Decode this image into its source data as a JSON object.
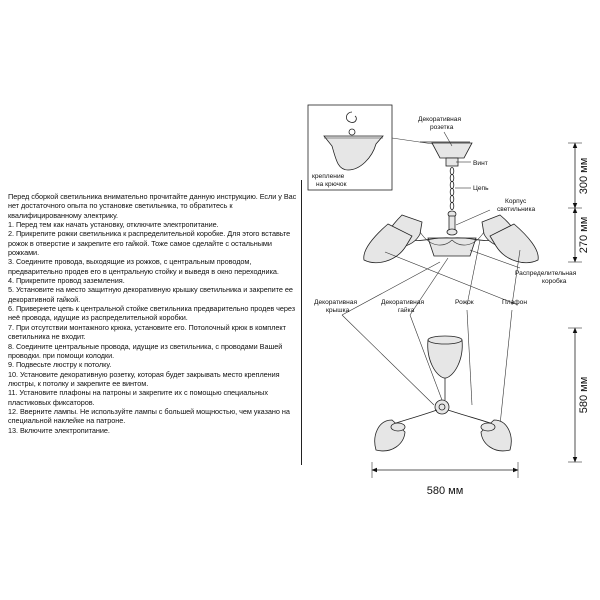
{
  "instructions": {
    "intro": "Перед сборкой светильника внимательно прочитайте данную инструкцию. Если у Вас нет достаточного опыта по установке светильника, то обратитесь к квалифицированному электрику.",
    "steps": [
      "1. Перед тем как начать установку, отключите электропитание.",
      "2. Прикрепите рожки светильника к распределительной коробке. Для этого вставьте рожок в отверстие и закрепите его гайкой. Тоже самое сделайте с остальными рожками.",
      "3. Соедините провода, выходящие из рожков, с центральным проводом, предварительно продев его в центральную стойку и выведя в окно переходника.",
      "4. Прикрепите провод заземления.",
      "5. Установите на место защитную декоративную крышку светильника и закрепите ее декоративной гайкой.",
      "6. Привернете цепь к центральной стойке светильника предварительно продев через неё провода, идущие из распределительной коробки.",
      "7. При отсутствии монтажного крюка, установите его. Потолочный крюк в комплект светильника не входит.",
      "8. Соедините центральные провода, идущие из светильника, с проводами Вашей проводки. при помощи колодки.",
      "9. Подвесьте люстру к потолку.",
      "10. Установите декоративную розетку, которая будет закрывать место крепления люстры, к потолку и закрепите ее винтом.",
      "11. Установите плафоны на патроны и закрепите их с помощью специальных пластиковых фиксаторов.",
      "12. Вверните лампы. Не используйте лампы с большей мощностью, чем указано на специальной наклейке на патроне.",
      "13. Включите электропитание."
    ]
  },
  "labels": {
    "inset": [
      "крепление",
      "на крючок"
    ],
    "rosette": [
      "Декоративная",
      "розетка"
    ],
    "screw": "Винт",
    "chain": "Цепь",
    "body": [
      "Корпус",
      "светильника"
    ],
    "box": [
      "Распределительная",
      "коробка"
    ],
    "cover": [
      "Декоративная",
      "крышка"
    ],
    "nut": [
      "Декоративная",
      "гайка"
    ],
    "arm": "Рожок",
    "shade": "Плафон"
  },
  "dimensions": {
    "top": "300 мм",
    "middle": "270 мм",
    "side": "580 мм",
    "bottom": "580 мм"
  }
}
